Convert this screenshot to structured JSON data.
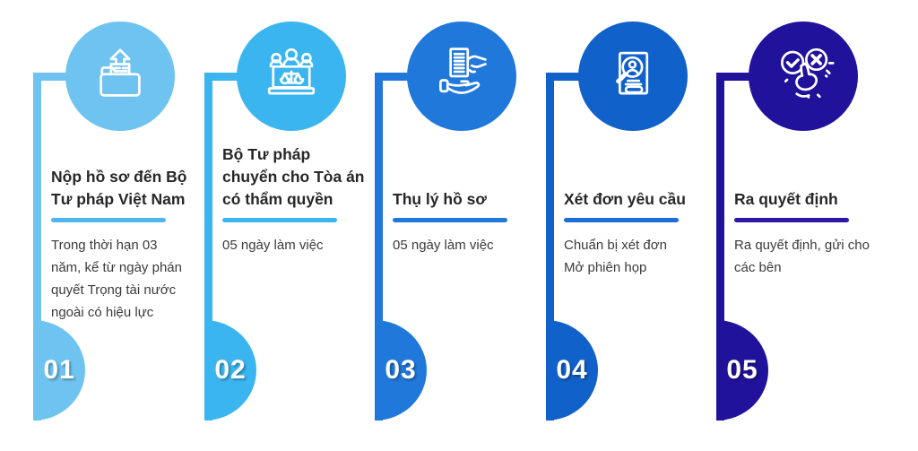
{
  "background_color": "#ffffff",
  "text": {
    "title_color": "#272727",
    "description_color": "#3b3b3b"
  },
  "steps": [
    {
      "number": "01",
      "title": "Nộp hồ sơ đến Bộ\nTư pháp Việt Nam",
      "description": "Trong thời hạn 03\nnăm, kể từ ngày phán\nquyết Trọng tài nước\nngoài có hiệu lực",
      "color": "#6EC3F0",
      "divider_color": "#4FB5EA",
      "icon": "upload-documents-icon"
    },
    {
      "number": "02",
      "title": "Bộ Tư pháp\nchuyển cho Tòa án\ncó thẩm quyền",
      "description": "05 ngày làm việc",
      "color": "#3BB5F0",
      "divider_color": "#3BB5F0",
      "icon": "court-panel-icon"
    },
    {
      "number": "03",
      "title": "Thụ lý hồ sơ",
      "description": "05 ngày làm việc",
      "color": "#2178DB",
      "divider_color": "#2178DB",
      "icon": "receive-document-icon"
    },
    {
      "number": "04",
      "title": "Xét đơn yêu cầu",
      "description": "Chuẩn bị xét đơn\nMở phiên họp",
      "color": "#1061C9",
      "divider_color": "#1C6FD8",
      "icon": "review-application-icon"
    },
    {
      "number": "05",
      "title": "Ra quyết định",
      "description": "Ra quyết định, gửi cho\ncác bên",
      "color": "#20129B",
      "divider_color": "#2D18A8",
      "icon": "decision-icon"
    }
  ]
}
